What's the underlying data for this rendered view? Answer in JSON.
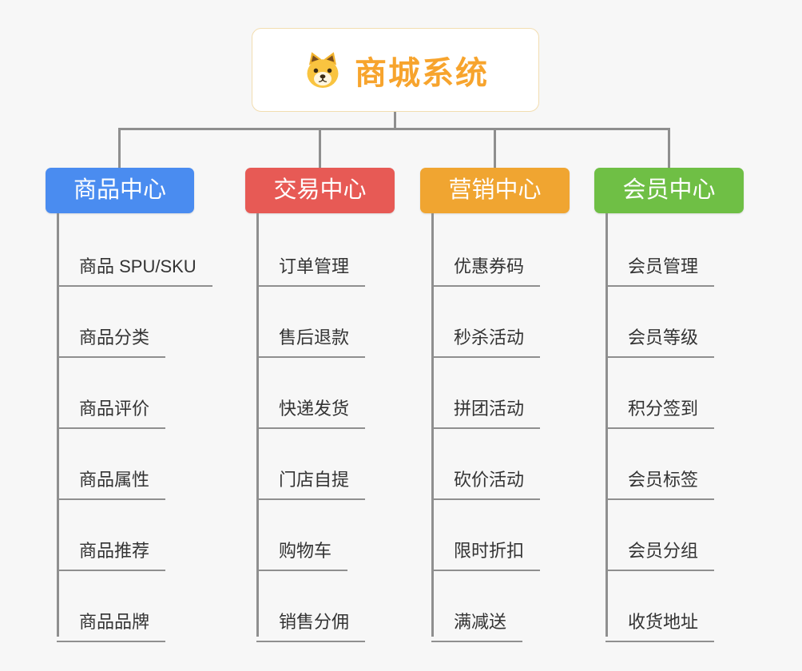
{
  "root": {
    "title": "商城系统",
    "icon": "dog-face-icon",
    "accent_color": "#f7a42d",
    "border_color": "#f2ddb0"
  },
  "connector_color": "#8f8f8f",
  "branches": [
    {
      "label": "商品中心",
      "color": "#4a8cf0",
      "children": [
        "商品 SPU/SKU",
        "商品分类",
        "商品评价",
        "商品属性",
        "商品推荐",
        "商品品牌"
      ]
    },
    {
      "label": "交易中心",
      "color": "#e75a55",
      "children": [
        "订单管理",
        "售后退款",
        "快递发货",
        "门店自提",
        "购物车",
        "销售分佣"
      ]
    },
    {
      "label": "营销中心",
      "color": "#f0a531",
      "children": [
        "优惠券码",
        "秒杀活动",
        "拼团活动",
        "砍价活动",
        "限时折扣",
        "满减送"
      ]
    },
    {
      "label": "会员中心",
      "color": "#6fbf45",
      "children": [
        "会员管理",
        "会员等级",
        "积分签到",
        "会员标签",
        "会员分组",
        "收货地址"
      ]
    }
  ]
}
